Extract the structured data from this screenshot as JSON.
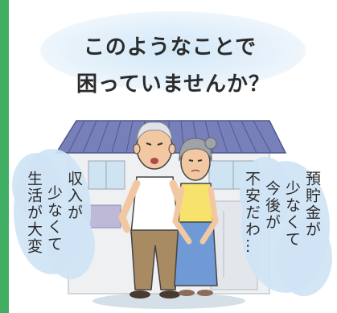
{
  "title": {
    "line1": "このようなことで",
    "line2": "困っていませんか？"
  },
  "speech_left": {
    "col1": "収入が",
    "col2": "少なくて",
    "col3": "生活が大変"
  },
  "speech_right": {
    "col1": "預貯金が",
    "col2": "少なくて",
    "col3": "今後が",
    "col4": "不安だわ…"
  },
  "colors": {
    "accent_bar": "#3fae62",
    "bubble": "#d3e8f8",
    "roof": "#7780b8",
    "wall": "#eef0f2"
  }
}
